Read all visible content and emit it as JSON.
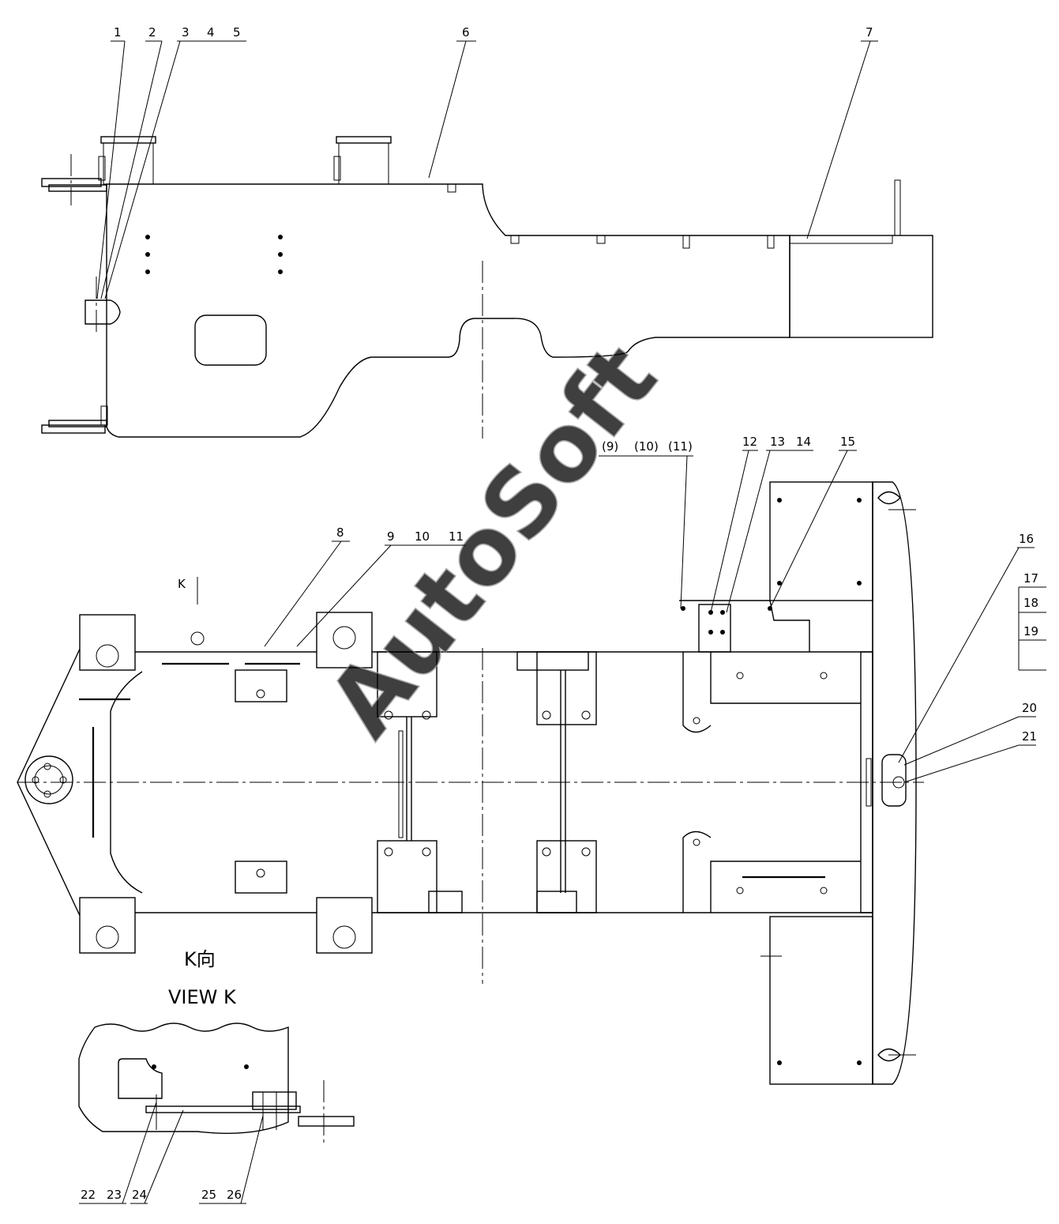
{
  "drawing": {
    "watermark": "AutoSoft",
    "view_label_cn": "K向",
    "view_label_en": "VIEW K",
    "view_marker": "K",
    "callouts": {
      "c1": "1",
      "c2": "2",
      "c3": "3",
      "c4": "4",
      "c5": "5",
      "c6": "6",
      "c7": "7",
      "c8": "8",
      "c9": "9",
      "c10": "10",
      "c11": "11",
      "c9p": "(9)",
      "c10p": "(10)",
      "c11p": "(11)",
      "c12": "12",
      "c13": "13",
      "c14": "14",
      "c15": "15",
      "c16": "16",
      "c17": "17",
      "c18": "18",
      "c19": "19",
      "c20": "20",
      "c21": "21",
      "c22": "22",
      "c23": "23",
      "c24": "24",
      "c25": "25",
      "c26": "26"
    }
  }
}
